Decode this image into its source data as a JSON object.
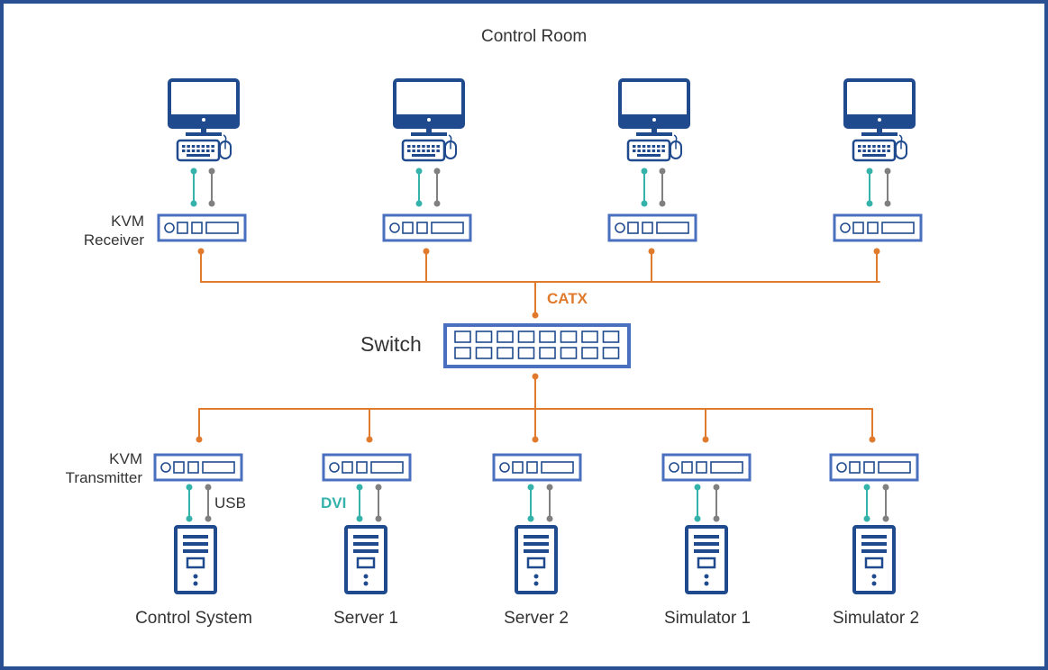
{
  "title": "Control Room",
  "labels": {
    "kvm_receiver_line1": "KVM",
    "kvm_receiver_line2": "Receiver",
    "kvm_transmitter_line1": "KVM",
    "kvm_transmitter_line2": "Transmitter",
    "switch": "Switch",
    "catx": "CATX",
    "usb": "USB",
    "dvi": "DVI"
  },
  "devices": [
    "Control System",
    "Server 1",
    "Server 2",
    "Simulator 1",
    "Simulator 2"
  ],
  "colors": {
    "border": "#2a4f92",
    "device_blue": "#1f4b8e",
    "box_outline": "#4a6fbf",
    "catx_orange": "#e07b2e",
    "dvi_teal": "#35b3ab",
    "usb_gray": "#808080"
  },
  "icons": [
    "monitor-icon",
    "keyboard-icon",
    "mouse-icon",
    "kvm-unit-icon",
    "network-switch-icon",
    "tower-server-icon"
  ]
}
